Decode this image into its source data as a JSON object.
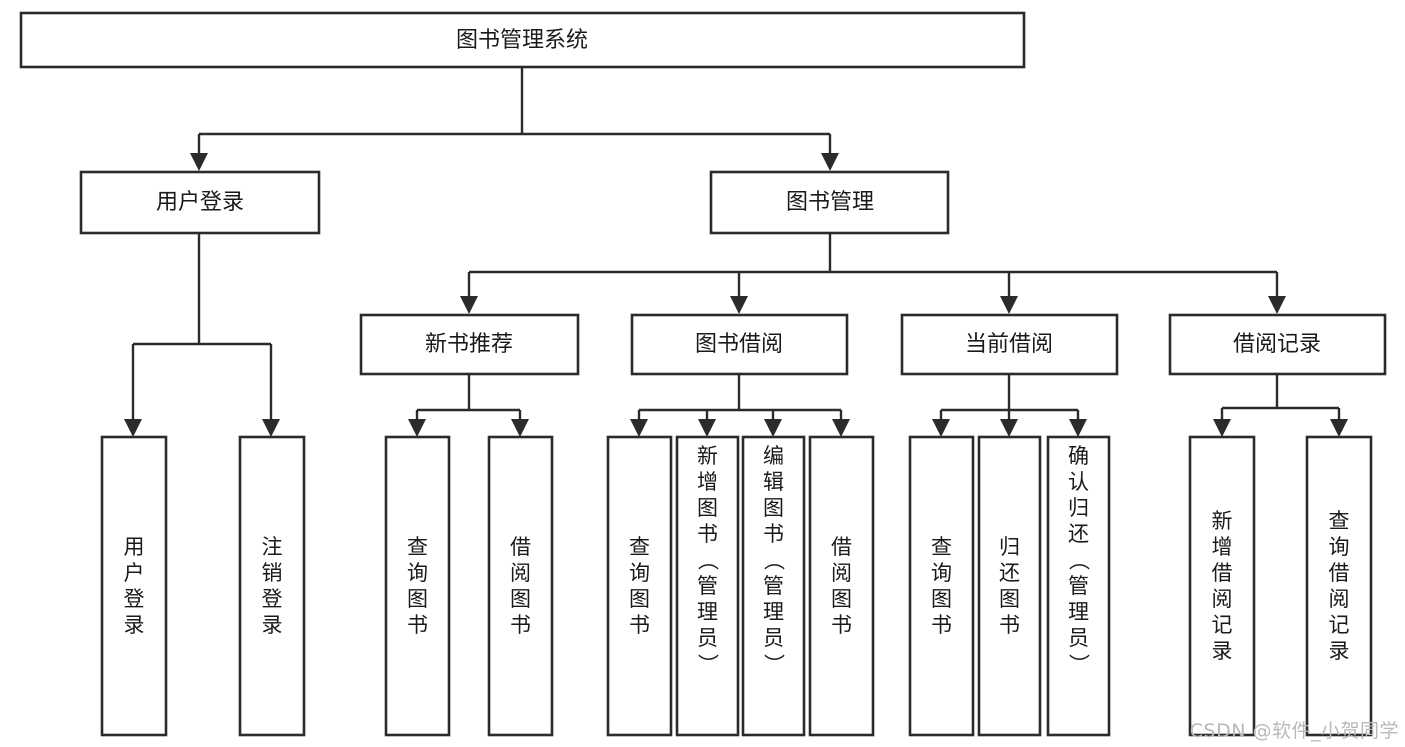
{
  "diagram": {
    "type": "tree",
    "title": "图书管理系统",
    "watermark": "CSDN @软件_小贺同学",
    "colors": {
      "stroke": "#2b2b2b",
      "fill": "#ffffff",
      "text": "#1a1a1a",
      "watermark": "#b9b9b9",
      "background": "#ffffff"
    },
    "levels": {
      "root": {
        "label": "图书管理系统",
        "orientation": "horizontal"
      },
      "level2": [
        {
          "id": "user-login",
          "label": "用户登录",
          "orientation": "horizontal"
        },
        {
          "id": "book-manage",
          "label": "图书管理",
          "orientation": "horizontal"
        }
      ],
      "level3": [
        {
          "id": "new-book-recommend",
          "label": "新书推荐",
          "orientation": "horizontal",
          "parent": "book-manage"
        },
        {
          "id": "book-borrow",
          "label": "图书借阅",
          "orientation": "horizontal",
          "parent": "book-manage"
        },
        {
          "id": "current-borrow",
          "label": "当前借阅",
          "orientation": "horizontal",
          "parent": "book-manage"
        },
        {
          "id": "borrow-records",
          "label": "借阅记录",
          "orientation": "horizontal",
          "parent": "book-manage"
        }
      ],
      "leaves": [
        {
          "id": "leaf-user-login",
          "label": "用户登录",
          "chars": [
            "用",
            "户",
            "登",
            "录"
          ],
          "parent": "user-login"
        },
        {
          "id": "leaf-logout-login",
          "label": "注销登录",
          "chars": [
            "注",
            "销",
            "登",
            "录"
          ],
          "parent": "user-login"
        },
        {
          "id": "leaf-query-book-1",
          "label": "查询图书",
          "chars": [
            "查",
            "询",
            "图",
            "书"
          ],
          "parent": "new-book-recommend"
        },
        {
          "id": "leaf-borrow-book-1",
          "label": "借阅图书",
          "chars": [
            "借",
            "阅",
            "图",
            "书"
          ],
          "parent": "new-book-recommend"
        },
        {
          "id": "leaf-query-book-2",
          "label": "查询图书",
          "chars": [
            "查",
            "询",
            "图",
            "书"
          ],
          "parent": "book-borrow"
        },
        {
          "id": "leaf-add-book-admin",
          "label": "新增图书（管理员）",
          "chars": [
            "新",
            "增",
            "图",
            "书",
            "（",
            "管",
            "理",
            "员",
            "）"
          ],
          "parent": "book-borrow"
        },
        {
          "id": "leaf-edit-book-admin",
          "label": "编辑图书（管理员）",
          "chars": [
            "编",
            "辑",
            "图",
            "书",
            "（",
            "管",
            "理",
            "员",
            "）"
          ],
          "parent": "book-borrow"
        },
        {
          "id": "leaf-borrow-book-2",
          "label": "借阅图书",
          "chars": [
            "借",
            "阅",
            "图",
            "书"
          ],
          "parent": "book-borrow"
        },
        {
          "id": "leaf-query-book-3",
          "label": "查询图书",
          "chars": [
            "查",
            "询",
            "图",
            "书"
          ],
          "parent": "current-borrow"
        },
        {
          "id": "leaf-return-book",
          "label": "归还图书",
          "chars": [
            "归",
            "还",
            "图",
            "书"
          ],
          "parent": "current-borrow"
        },
        {
          "id": "leaf-confirm-return-admin",
          "label": "确认归还（管理员）",
          "chars": [
            "确",
            "认",
            "归",
            "还",
            "（",
            "管",
            "理",
            "员",
            "）"
          ],
          "parent": "current-borrow"
        },
        {
          "id": "leaf-add-borrow-record",
          "label": "新增借阅记录",
          "chars": [
            "新",
            "增",
            "借",
            "阅",
            "记",
            "录"
          ],
          "parent": "borrow-records"
        },
        {
          "id": "leaf-query-borrow-record",
          "label": "查询借阅记录",
          "chars": [
            "查",
            "询",
            "借",
            "阅",
            "记",
            "录"
          ],
          "parent": "borrow-records"
        }
      ]
    }
  }
}
